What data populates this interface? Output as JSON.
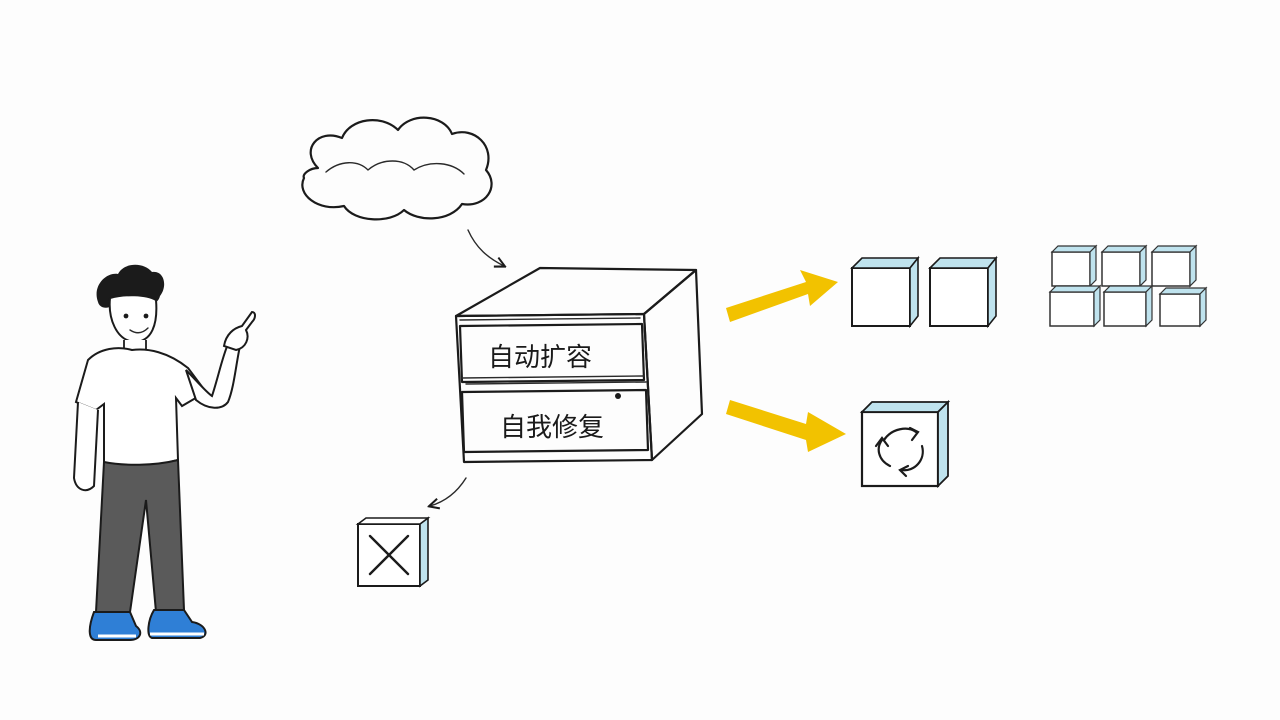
{
  "drawer_labels": {
    "top": "自动扩容",
    "bottom": "自我修复"
  },
  "colors": {
    "arrow_yellow": "#f2c200",
    "cube_tint": "#bfe3ee",
    "shirt": "#ffffff",
    "pants": "#5a5a5a",
    "shoes": "#2f7fd6"
  },
  "icons": {
    "cloud": "cloud-icon",
    "server": "server-box",
    "failed_node": "x-cube-icon",
    "repair_node": "recycle-cube-icon"
  }
}
